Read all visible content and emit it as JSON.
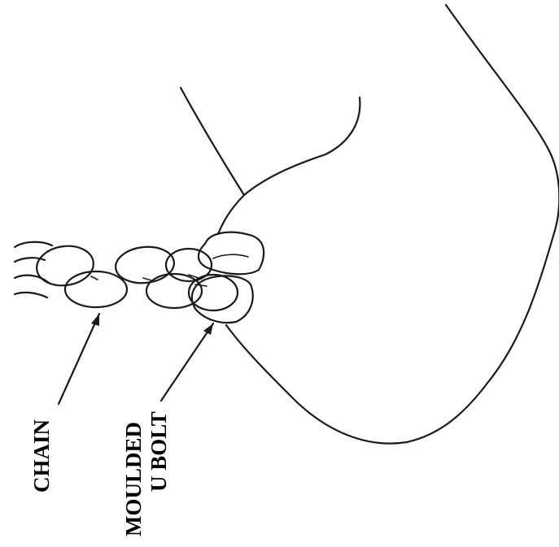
{
  "diagram": {
    "labels": {
      "chain": "CHAIN",
      "moulded_u_bolt_line1": "MOULDED",
      "moulded_u_bolt_line2": "U BOLT"
    },
    "colors": {
      "ink": "#1a1a1a",
      "background": "#ffffff"
    }
  }
}
